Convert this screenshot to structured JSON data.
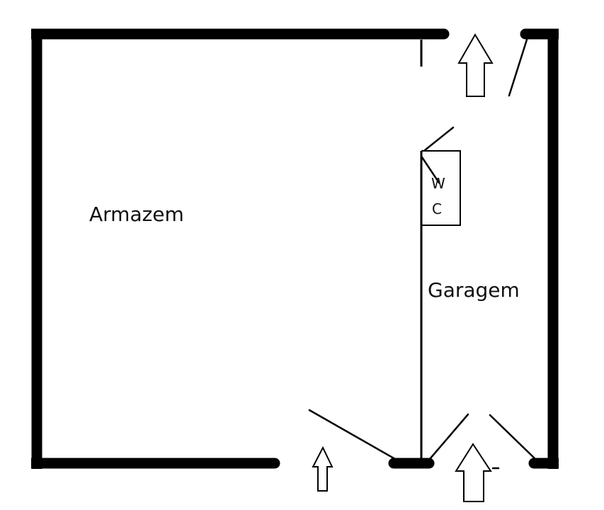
{
  "rooms": {
    "storage": "Armazem",
    "garage": "Garagem",
    "wc_line1": "W",
    "wc_line2": "C"
  },
  "colors": {
    "wall": "#000000",
    "background": "#ffffff",
    "text": "#111111"
  }
}
